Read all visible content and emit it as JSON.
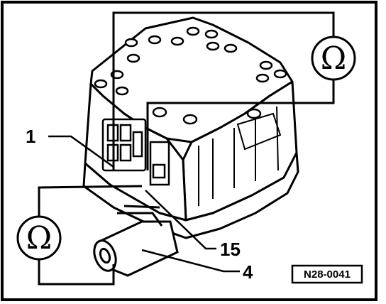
{
  "diagram": {
    "callouts": {
      "one": "1",
      "fifteen": "15",
      "four": "4"
    },
    "ohmmeter_symbol": "Ω",
    "reference_code": "N28-0041",
    "colors": {
      "ink": "#000000",
      "paper": "#ffffff"
    },
    "icons": [
      "ohmmeter-icon",
      "ohmmeter-icon"
    ]
  }
}
